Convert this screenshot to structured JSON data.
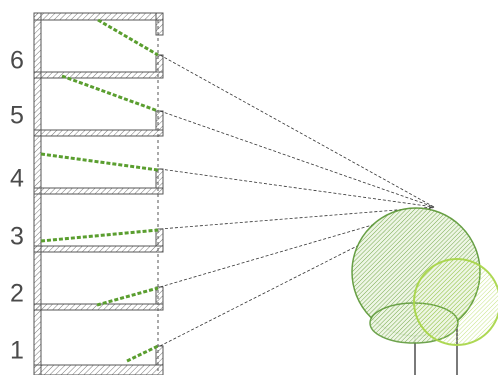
{
  "floors": [
    {
      "number": "6",
      "sight_line": "dashed-green-view-line"
    },
    {
      "number": "5",
      "sight_line": "dashed-green-view-line"
    },
    {
      "number": "4",
      "sight_line": "dashed-green-view-line"
    },
    {
      "number": "3",
      "sight_line": "dashed-green-view-line"
    },
    {
      "number": "2",
      "sight_line": "dashed-green-view-line"
    },
    {
      "number": "1",
      "sight_line": "dashed-green-view-line"
    }
  ],
  "colors": {
    "wall_stroke": "#555555",
    "hatch": "#7a7a7a",
    "sight_line_green": "#5a9e2f",
    "projection_line": "#333333",
    "tree_dark": "#5f9a3a",
    "tree_light": "#a9d64a",
    "trunk": "#333333",
    "label_text": "#4a4a4a"
  },
  "icons": {
    "building": "building-section-icon",
    "tree_canopy": "tree-canopy-icon"
  }
}
